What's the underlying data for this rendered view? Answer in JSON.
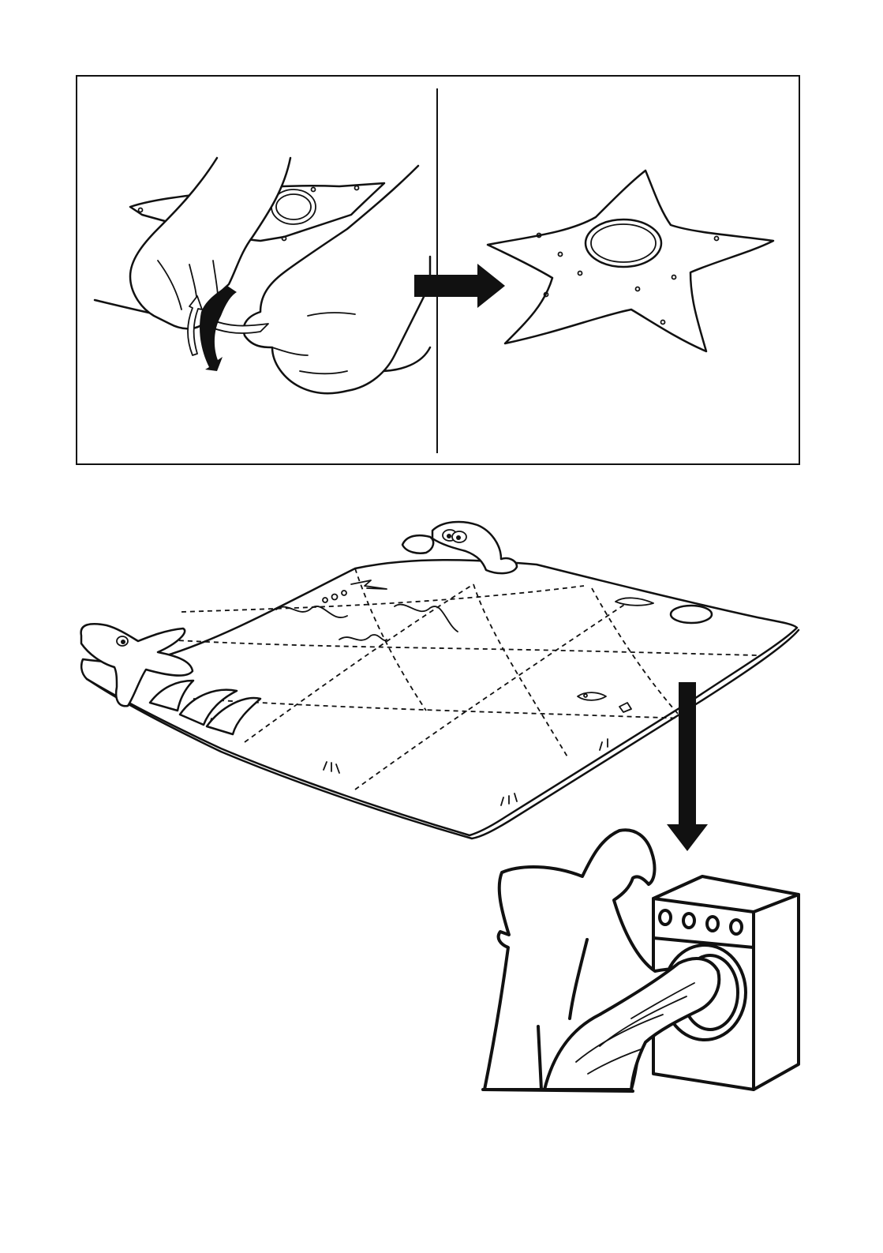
{
  "document": {
    "type": "assembly-instruction",
    "text_content": []
  },
  "colors": {
    "ink": "#111111",
    "paper": "#ffffff"
  },
  "panels": [
    {
      "name": "detach-starfish-toy",
      "icon": "hands-peeling-velcro-icon"
    },
    {
      "name": "detached-starfish-result",
      "icon": "starfish-icon"
    },
    {
      "name": "washing-play-mat",
      "icon": "washing-machine-icon"
    }
  ]
}
